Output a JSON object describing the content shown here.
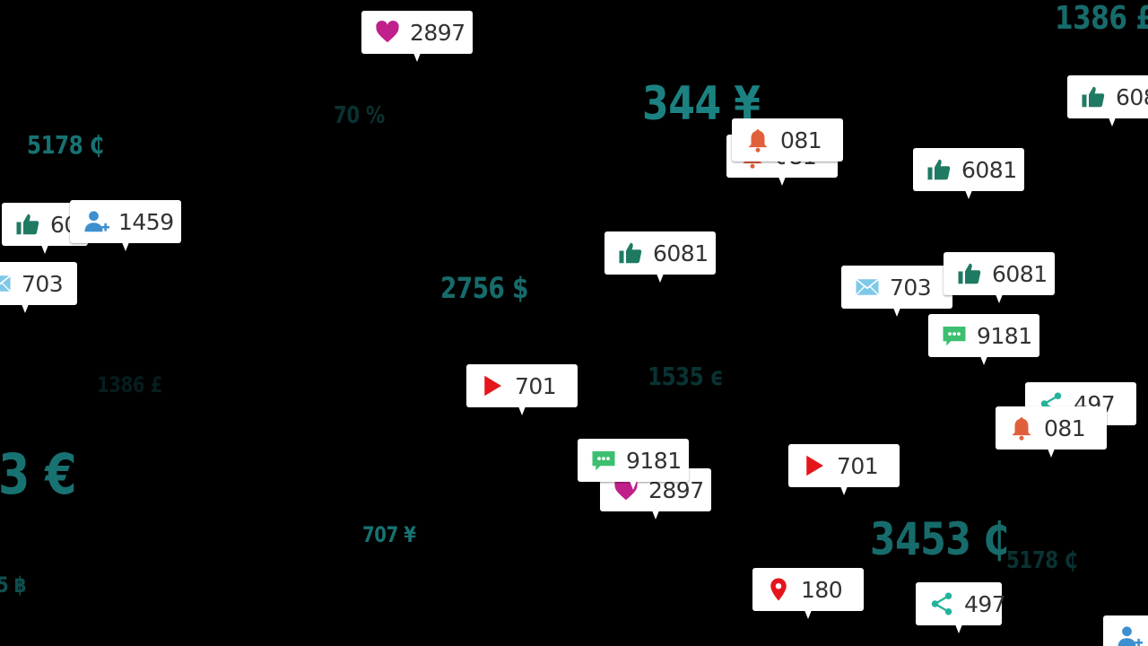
{
  "currency_labels": [
    {
      "text": "1386 £"
    },
    {
      "text": "344 ¥"
    },
    {
      "text": "70 %"
    },
    {
      "text": "5178 ₵"
    },
    {
      "text": "2756 $"
    },
    {
      "text": "1535 ϵ"
    },
    {
      "text": "1386 £"
    },
    {
      "text": "3 €"
    },
    {
      "text": "707 ¥"
    },
    {
      "text": "3453 ₵"
    },
    {
      "text": "5178 ₵"
    },
    {
      "text": "5 ฿"
    }
  ],
  "notifications": [
    {
      "icon": "heart-icon",
      "color": "#c0208a",
      "value": "2897"
    },
    {
      "icon": "thumbs-up-icon",
      "color": "#1f7a64",
      "value": "608"
    },
    {
      "icon": "bell-icon",
      "color": "#e0603c",
      "value": "081"
    },
    {
      "icon": "bell-icon",
      "color": "#e0603c",
      "value": "081"
    },
    {
      "icon": "thumbs-up-icon",
      "color": "#1f7a64",
      "value": "6081"
    },
    {
      "icon": "thumbs-up-icon",
      "color": "#1f7a64",
      "value": "60"
    },
    {
      "icon": "add-user-icon",
      "color": "#3d8fd0",
      "value": "1459"
    },
    {
      "icon": "thumbs-up-icon",
      "color": "#1f7a64",
      "value": "6081"
    },
    {
      "icon": "mail-icon",
      "color": "#7ec8e8",
      "value": "703"
    },
    {
      "icon": "mail-icon",
      "color": "#7ec8e8",
      "value": "703"
    },
    {
      "icon": "thumbs-up-icon",
      "color": "#1f7a64",
      "value": "6081"
    },
    {
      "icon": "comment-icon",
      "color": "#3cc070",
      "value": "9181"
    },
    {
      "icon": "play-icon",
      "color": "#e4161b",
      "value": "701"
    },
    {
      "icon": "share-icon",
      "color": "#23b39a",
      "value": "497"
    },
    {
      "icon": "bell-icon",
      "color": "#e0603c",
      "value": "081"
    },
    {
      "icon": "heart-icon",
      "color": "#c0208a",
      "value": "2897"
    },
    {
      "icon": "comment-icon",
      "color": "#3cc070",
      "value": "9181"
    },
    {
      "icon": "play-icon",
      "color": "#e4161b",
      "value": "701"
    },
    {
      "icon": "location-pin-icon",
      "color": "#e4161b",
      "value": "180"
    },
    {
      "icon": "share-icon",
      "color": "#23b39a",
      "value": "497"
    },
    {
      "icon": "add-user-icon",
      "color": "#3d8fd0",
      "value": ""
    }
  ]
}
